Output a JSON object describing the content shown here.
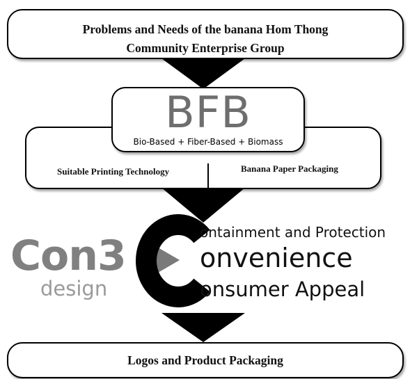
{
  "top_box": {
    "text": "Problems and Needs of the banana Hom Thong\nCommunity Enterprise Group"
  },
  "bfb": {
    "title": "BFB",
    "subtitle": "Bio-Based + Fiber-Based + Biomass",
    "left_branch": "Suitable Printing Technology",
    "right_branch": "Banana Paper Packaging"
  },
  "con3": {
    "logo_main": "Con3",
    "logo_sub": "design",
    "items": [
      "ontainment and Protection",
      "onvenience",
      "onsumer Appeal"
    ]
  },
  "bottom_box": {
    "text": "Logos and Product Packaging"
  },
  "colors": {
    "arrow": "#000000",
    "logo_gray": "#808080",
    "triangle_gray": "#7a7a7a"
  }
}
